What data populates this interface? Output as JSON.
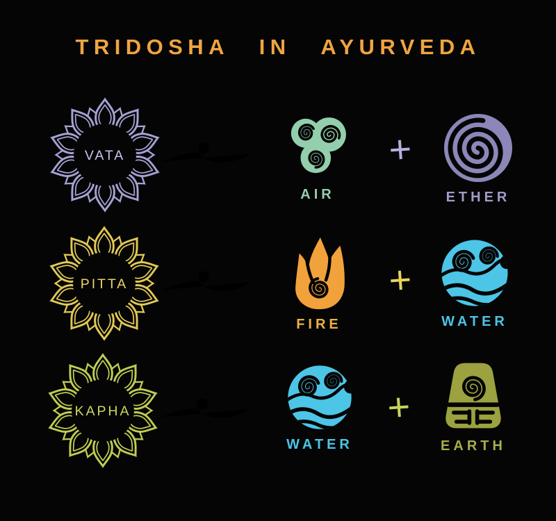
{
  "title": "TRIDOSHA IN AYURVEDA",
  "colors": {
    "background": "#050505",
    "title": "#f0a440",
    "ink": "#050505"
  },
  "rows": [
    {
      "dosha": {
        "name": "VATA",
        "color": "#a5a2d4",
        "text_color": "#c7c3ee",
        "icon": "lotus-mandala"
      },
      "arrow": {
        "icon": "curly-arrow",
        "color": "#b4b1e0"
      },
      "plus": {
        "symbol": "+",
        "color": "#b4b1e0"
      },
      "elements": [
        {
          "name": "AIR",
          "color": "#93cfac",
          "icon": "air-triskelion"
        },
        {
          "name": "ETHER",
          "color": "#8b87b8",
          "label_color": "#a09cc8",
          "icon": "ether-spiral"
        }
      ]
    },
    {
      "dosha": {
        "name": "PITTA",
        "color": "#e0c955",
        "text_color": "#ead564",
        "icon": "lotus-mandala"
      },
      "arrow": {
        "icon": "curly-arrow",
        "color": "#e7d35e"
      },
      "plus": {
        "symbol": "+",
        "color": "#e7d35e"
      },
      "elements": [
        {
          "name": "FIRE",
          "color": "#f2a23a",
          "label_color": "#edb045",
          "icon": "fire-flame"
        },
        {
          "name": "WATER",
          "color": "#4cc5e6",
          "icon": "water-waves"
        }
      ]
    },
    {
      "dosha": {
        "name": "KAPHA",
        "color": "#c1cc52",
        "text_color": "#cdd75f",
        "icon": "lotus-mandala"
      },
      "arrow": {
        "icon": "curly-arrow",
        "color": "#c8d35b"
      },
      "plus": {
        "symbol": "+",
        "color": "#c8d35b"
      },
      "elements": [
        {
          "name": "WATER",
          "color": "#4cc5e6",
          "icon": "water-waves"
        },
        {
          "name": "EARTH",
          "color": "#9ba23f",
          "label_color": "#a8ad4c",
          "icon": "earth-emblem"
        }
      ]
    }
  ]
}
